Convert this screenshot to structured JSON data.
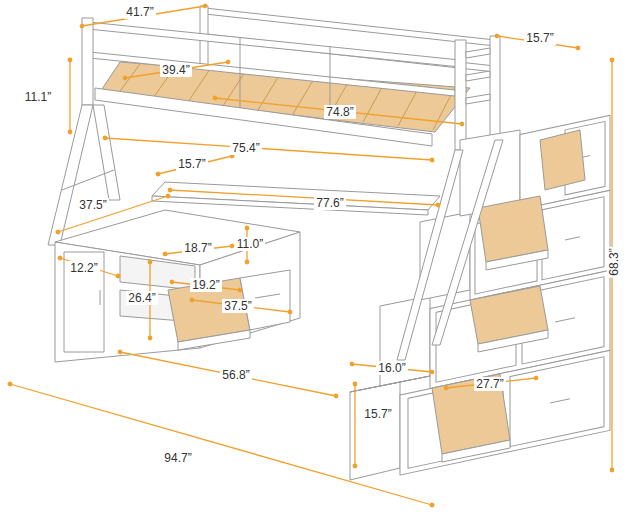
{
  "diagram": {
    "labels": [
      "41.7”",
      "15.7”",
      "11.1”",
      "39.4”",
      "74.8”",
      "68.3”",
      "75.4”",
      "15.7”",
      "77.6”",
      "37.5”",
      "18.7”",
      "11.0”",
      "12.2”",
      "19.2”",
      "26.4”",
      "37.5”",
      "56.8”",
      "16.0”",
      "27.7”",
      "15.7”",
      "94.7”"
    ]
  }
}
